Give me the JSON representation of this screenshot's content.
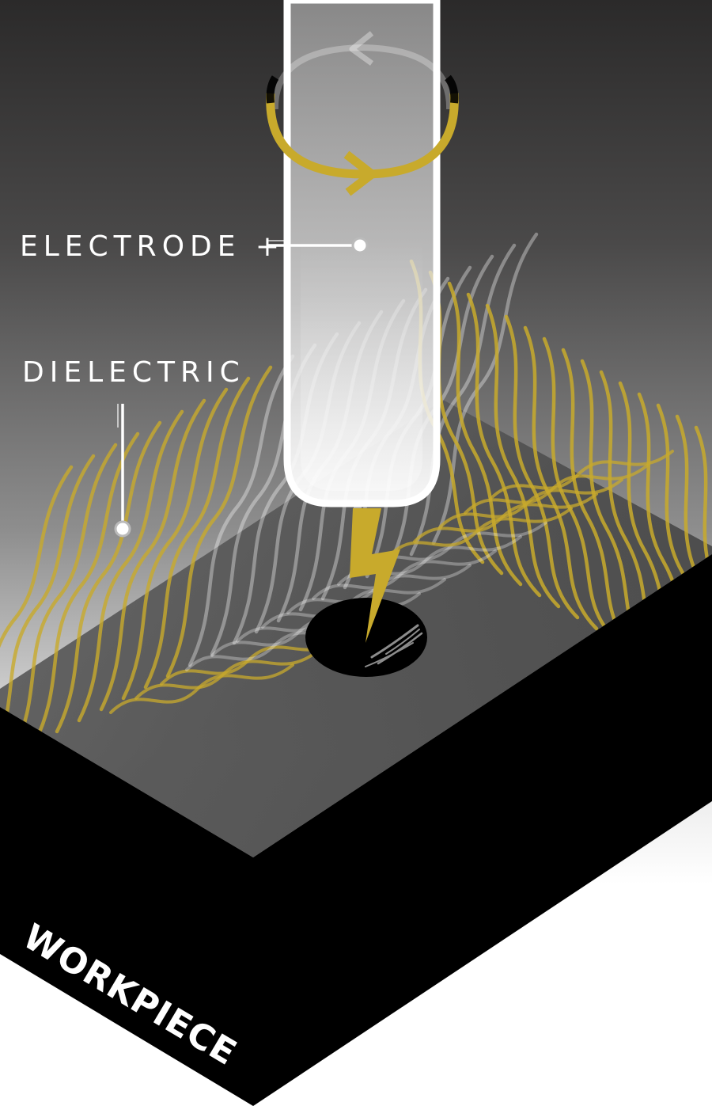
{
  "labels": {
    "electrode": "ELECTRODE +",
    "dielectric": "DIELECTRIC",
    "workpiece": "WORKPIECE"
  },
  "colors": {
    "background_top": "#2b2a2a",
    "background_bottom": "#ffffff",
    "accent_gold": "#c8aa2c",
    "workpiece_side": "#000000",
    "workpiece_top": "#3e3e3e",
    "electrode_fill": "#d9d9d9",
    "electrode_outline": "#ffffff"
  },
  "icons": {
    "rotation": "rotation-arrow-icon",
    "spark": "lightning-bolt-icon"
  }
}
